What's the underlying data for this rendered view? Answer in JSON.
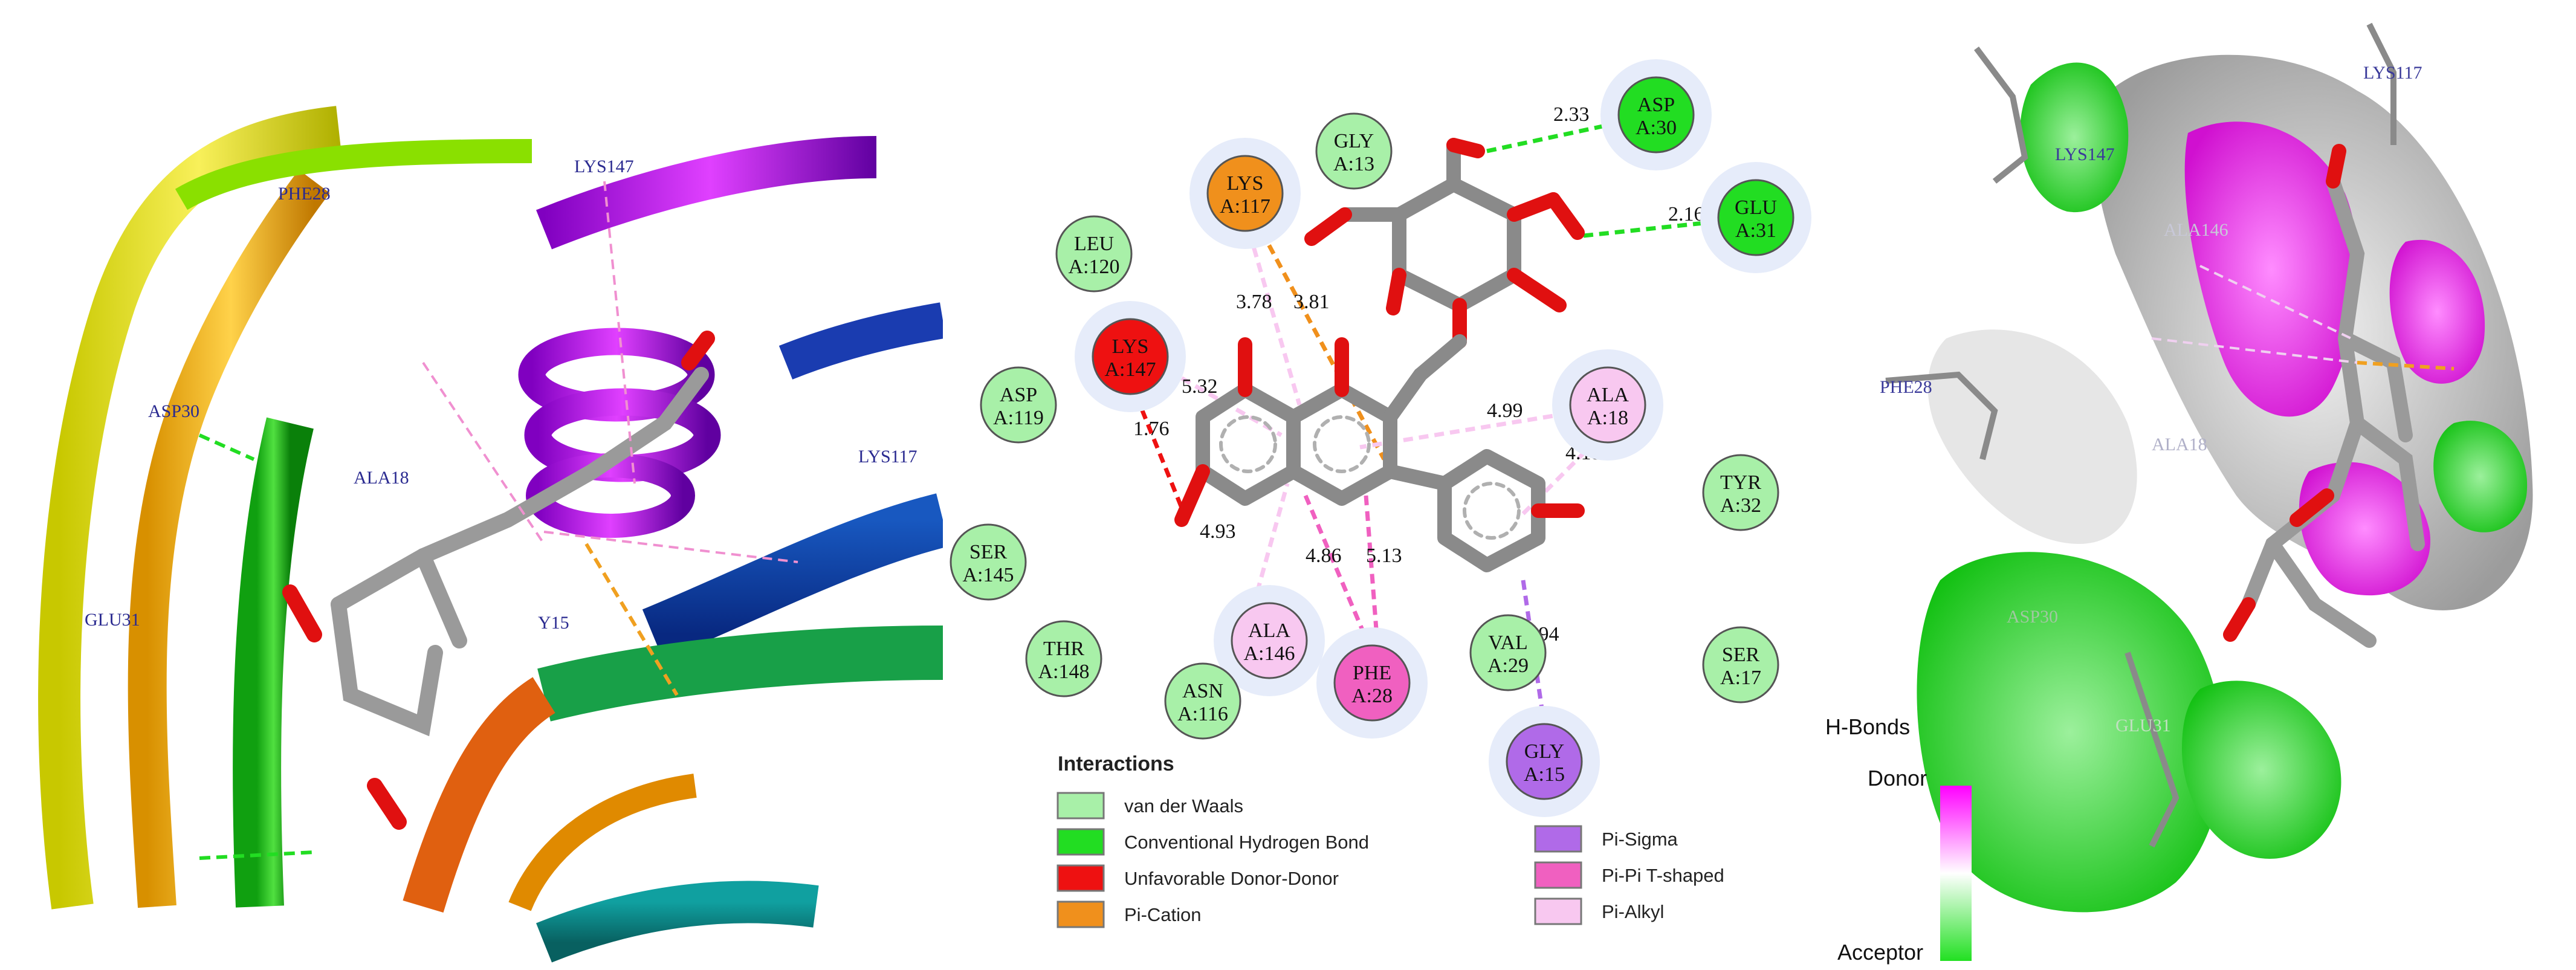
{
  "left_panel": {
    "residue_labels": [
      "PHE28",
      "LYS147",
      "ASP30",
      "ALA18",
      "LYS117",
      "GLU31",
      "Y15"
    ]
  },
  "middle_panel": {
    "residues": [
      {
        "id": "gly13",
        "name": "GLY",
        "num": "A:13",
        "type": "vdw"
      },
      {
        "id": "asp30",
        "name": "ASP",
        "num": "A:30",
        "type": "hbond"
      },
      {
        "id": "glu31",
        "name": "GLU",
        "num": "A:31",
        "type": "hbond"
      },
      {
        "id": "lys117",
        "name": "LYS",
        "num": "A:117",
        "type": "pication"
      },
      {
        "id": "leu120",
        "name": "LEU",
        "num": "A:120",
        "type": "vdw"
      },
      {
        "id": "lys147",
        "name": "LYS",
        "num": "A:147",
        "type": "unfav"
      },
      {
        "id": "asp119",
        "name": "ASP",
        "num": "A:119",
        "type": "vdw"
      },
      {
        "id": "ala18",
        "name": "ALA",
        "num": "A:18",
        "type": "pialkyl"
      },
      {
        "id": "tyr32",
        "name": "TYR",
        "num": "A:32",
        "type": "vdw"
      },
      {
        "id": "ser145",
        "name": "SER",
        "num": "A:145",
        "type": "vdw"
      },
      {
        "id": "thr148",
        "name": "THR",
        "num": "A:148",
        "type": "vdw"
      },
      {
        "id": "ala146",
        "name": "ALA",
        "num": "A:146",
        "type": "pialkyl"
      },
      {
        "id": "asn116",
        "name": "ASN",
        "num": "A:116",
        "type": "vdw"
      },
      {
        "id": "phe28",
        "name": "PHE",
        "num": "A:28",
        "type": "pipi"
      },
      {
        "id": "val29",
        "name": "VAL",
        "num": "A:29",
        "type": "vdw"
      },
      {
        "id": "ser17",
        "name": "SER",
        "num": "A:17",
        "type": "vdw"
      },
      {
        "id": "gly15",
        "name": "GLY",
        "num": "A:15",
        "type": "pisigma"
      }
    ],
    "distances": {
      "asp30": "2.33",
      "glu31": "2.16",
      "lys117_a": "3.78",
      "lys117_b": "3.81",
      "lys147_a": "5.32",
      "lys147_unfav": "1.76",
      "ala18_a": "4.99",
      "ala18_b": "4.18",
      "ala146": "4.93",
      "phe28_a": "4.86",
      "phe28_b": "5.13",
      "gly15": "3.94"
    },
    "legend": {
      "title": "Interactions",
      "items": [
        {
          "label": "van der Waals",
          "color": "#a8f0a8"
        },
        {
          "label": "Conventional Hydrogen Bond",
          "color": "#22dd22"
        },
        {
          "label": "Unfavorable Donor-Donor",
          "color": "#ee1111"
        },
        {
          "label": "Pi-Cation",
          "color": "#f0901c"
        },
        {
          "label": "Pi-Sigma",
          "color": "#b06ae8"
        },
        {
          "label": "Pi-Pi T-shaped",
          "color": "#f060c0"
        },
        {
          "label": "Pi-Alkyl",
          "color": "#f8c8f0"
        }
      ]
    }
  },
  "right_panel": {
    "residue_labels": [
      "LYS117",
      "LYS147",
      "ALA146",
      "PHE28",
      "ALA18",
      "ASP30",
      "GLU31"
    ],
    "hbond_legend": {
      "title": "H-Bonds",
      "donor": "Donor",
      "acceptor": "Acceptor"
    }
  },
  "colors": {
    "vdw": "#a8f0a8",
    "hbond": "#22dd22",
    "unfav": "#ee1111",
    "pication": "#f0901c",
    "pisigma": "#b06ae8",
    "pipi": "#f060c0",
    "pialkyl": "#f8c8f0"
  }
}
